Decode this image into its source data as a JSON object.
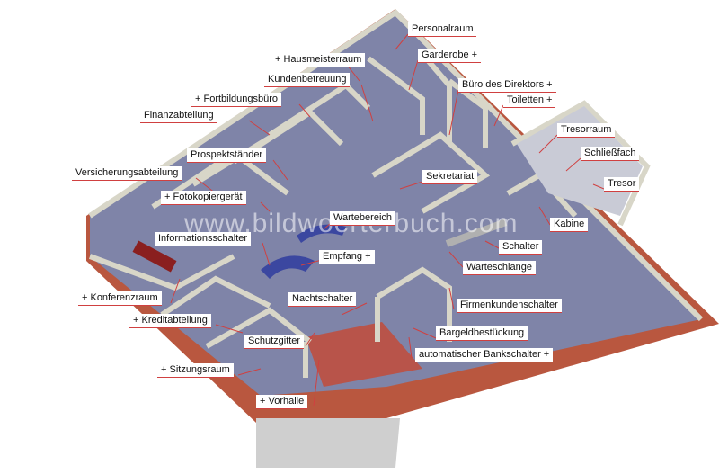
{
  "labels": {
    "personalraum": "Personalraum",
    "hausmeisterraum": "+ Hausmeisterraum",
    "garderobe": "Garderobe +",
    "kundenbetreuung": "Kundenbetreuung",
    "buero_direktor": "Büro des Direktors +",
    "fortbildungsbuero": "+ Fortbildungsbüro",
    "toiletten": "Toiletten +",
    "finanzabteilung": "Finanzabteilung",
    "tresorraum": "Tresorraum",
    "prospektstaender": "Prospektständer",
    "schliessfach": "Schließfach",
    "versicherungsabteilung": "Versicherungsabteilung",
    "sekretariat": "Sekretariat",
    "tresor": "Tresor",
    "fotokopiergeraet": "+ Fotokopiergerät",
    "kabine": "Kabine",
    "wartebereich": "Wartebereich",
    "informationsschalter": "Informationsschalter",
    "schalter": "Schalter",
    "empfang": "Empfang +",
    "warteschlange": "Warteschlange",
    "konferenzraum": "+ Konferenzraum",
    "nachtschalter": "Nachtschalter",
    "firmenkundenschalter": "Firmenkundenschalter",
    "kreditabteilung": "+ Kreditabteilung",
    "bargeldbestueckung": "Bargeldbestückung",
    "schutzgitter": "Schutzgitter",
    "automatischer_bankschalter": "automatischer Bankschalter +",
    "sitzungsraum": "+ Sitzungsraum",
    "vorhalle": "+ Vorhalle"
  },
  "watermark": "www.bildwoerterbuch.com",
  "colors": {
    "floor": "#7f84a8",
    "wall_top": "#d8d6c8",
    "outer_wall": "#b9573f",
    "lobby_tile": "#b8544a",
    "leader_line": "#d04040",
    "furniture_blue": "#3b47a0",
    "furniture_red": "#8a1f1f"
  }
}
